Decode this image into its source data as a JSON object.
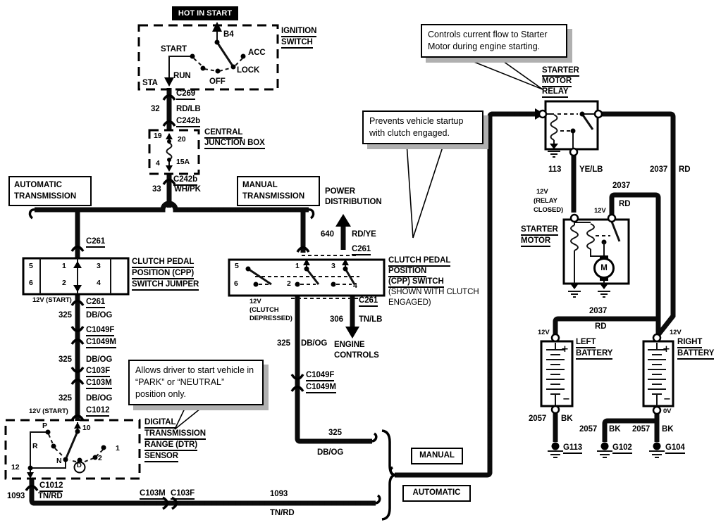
{
  "ignition": {
    "hot_in_start": "HOT IN START",
    "title1": "IGNITION",
    "title2": "SWITCH",
    "b4": "B4",
    "start": "START",
    "acc": "ACC",
    "run": "RUN",
    "off": "OFF",
    "lock": "LOCK",
    "sta": "STA"
  },
  "feed_top": {
    "c269": "C269",
    "gauge": "32",
    "color": "RD/LB",
    "c242b": "C242b"
  },
  "cjb": {
    "pin19": "19",
    "pin20": "20",
    "pin4": "4",
    "fuse": "15A",
    "title1": "CENTRAL",
    "title2": "JUNCTION BOX"
  },
  "feed_mid": {
    "c242b": "C242b",
    "gauge": "33",
    "color": "WH/PK"
  },
  "auto_trans": {
    "l1": "AUTOMATIC",
    "l2": "TRANSMISSION"
  },
  "manual_trans": {
    "l1": "MANUAL",
    "l2": "TRANSMISSION"
  },
  "power_dist": {
    "l1": "POWER",
    "l2": "DISTRIBUTION",
    "circuit": "640",
    "color": "RD/YE",
    "conn": "C261"
  },
  "jumper": {
    "conn_top": "C261",
    "pins": [
      "5",
      "1",
      "3",
      "6",
      "2",
      "4"
    ],
    "l1": "CLUTCH PEDAL",
    "l2": "POSITION (CPP)",
    "l3": "SWITCH JUMPER",
    "volts": "12V (START)",
    "conn_bot": "C261"
  },
  "left_chain": {
    "c325a": "325",
    "colora": "DB/OG",
    "c1049f": "C1049F",
    "c1049m": "C1049M",
    "c325b": "325",
    "colorb": "DB/OG",
    "c103f": "C103F",
    "c103m": "C103M",
    "c325c": "325",
    "colorc": "DB/OG",
    "volts": "12V (START)",
    "c1012": "C1012"
  },
  "dtr": {
    "p": "P",
    "pin10": "10",
    "r": "R",
    "pos1": "1",
    "n": "N",
    "pos2": "2",
    "d": "D",
    "pin12": "12",
    "l1": "DIGITAL",
    "l2": "TRANSMISSION",
    "l3": "RANGE (DTR)",
    "l4": "SENSOR",
    "conn": "C1012",
    "circuit": "1093",
    "color": "TN/RD"
  },
  "bottom_wire": {
    "c103m": "C103M",
    "c103f": "C103F",
    "circuit": "1093",
    "color": "TN/RD"
  },
  "cpp": {
    "pins": [
      "5",
      "1",
      "3",
      "6",
      "2",
      "4"
    ],
    "l1": "CLUTCH PEDAL",
    "l2": "POSITION",
    "l3": "(CPP) SWITCH",
    "l4": "(SHOWN WITH CLUTCH",
    "l5": "ENGAGED)",
    "v1": "12V",
    "v2": "(CLUTCH",
    "v3": "DEPRESSED)",
    "conn": "C261",
    "circuit306": "306",
    "tnlb": "TN/LB"
  },
  "mid_chain": {
    "c325a": "325",
    "colora": "DB/OG",
    "ec1": "ENGINE",
    "ec2": "CONTROLS",
    "c1049f": "C1049F",
    "c1049m": "C1049M",
    "c325b": "325",
    "colorb": "DB/OG"
  },
  "route": {
    "manual": "MANUAL",
    "automatic": "AUTOMATIC"
  },
  "callouts": {
    "relay": "Controls current flow to Starter Motor during engine starting.",
    "clutch": "Prevents vehicle startup with clutch engaged.",
    "park": "Allows driver to start vehicle in “PARK” or “NEUTRAL” position only."
  },
  "relay": {
    "l1": "STARTER",
    "l2": "MOTOR",
    "l3": "RELAY",
    "circuit113": "113",
    "yelb": "YE/LB",
    "circuit2037": "2037",
    "rd": "RD",
    "v1": "12V",
    "v2": "(RELAY",
    "v3": "CLOSED)"
  },
  "starter": {
    "l1": "STARTER",
    "l2": "MOTOR",
    "v12": "12V",
    "m": "M",
    "circuit2037": "2037",
    "rd": "RD"
  },
  "batteries": {
    "circuit2037": "2037",
    "rd": "RD",
    "left_v": "12V",
    "left1": "LEFT",
    "left2": "BATTERY",
    "right_v": "12V",
    "right1": "RIGHT",
    "right2": "BATTERY",
    "v0": "0V",
    "plus": "+",
    "minus": "−",
    "g113": {
      "circuit": "2057",
      "color": "BK",
      "name": "G113"
    },
    "g102": {
      "circuit": "2057",
      "color": "BK",
      "name": "G102"
    },
    "g104": {
      "circuit": "2057",
      "color": "BK",
      "name": "G104"
    }
  }
}
